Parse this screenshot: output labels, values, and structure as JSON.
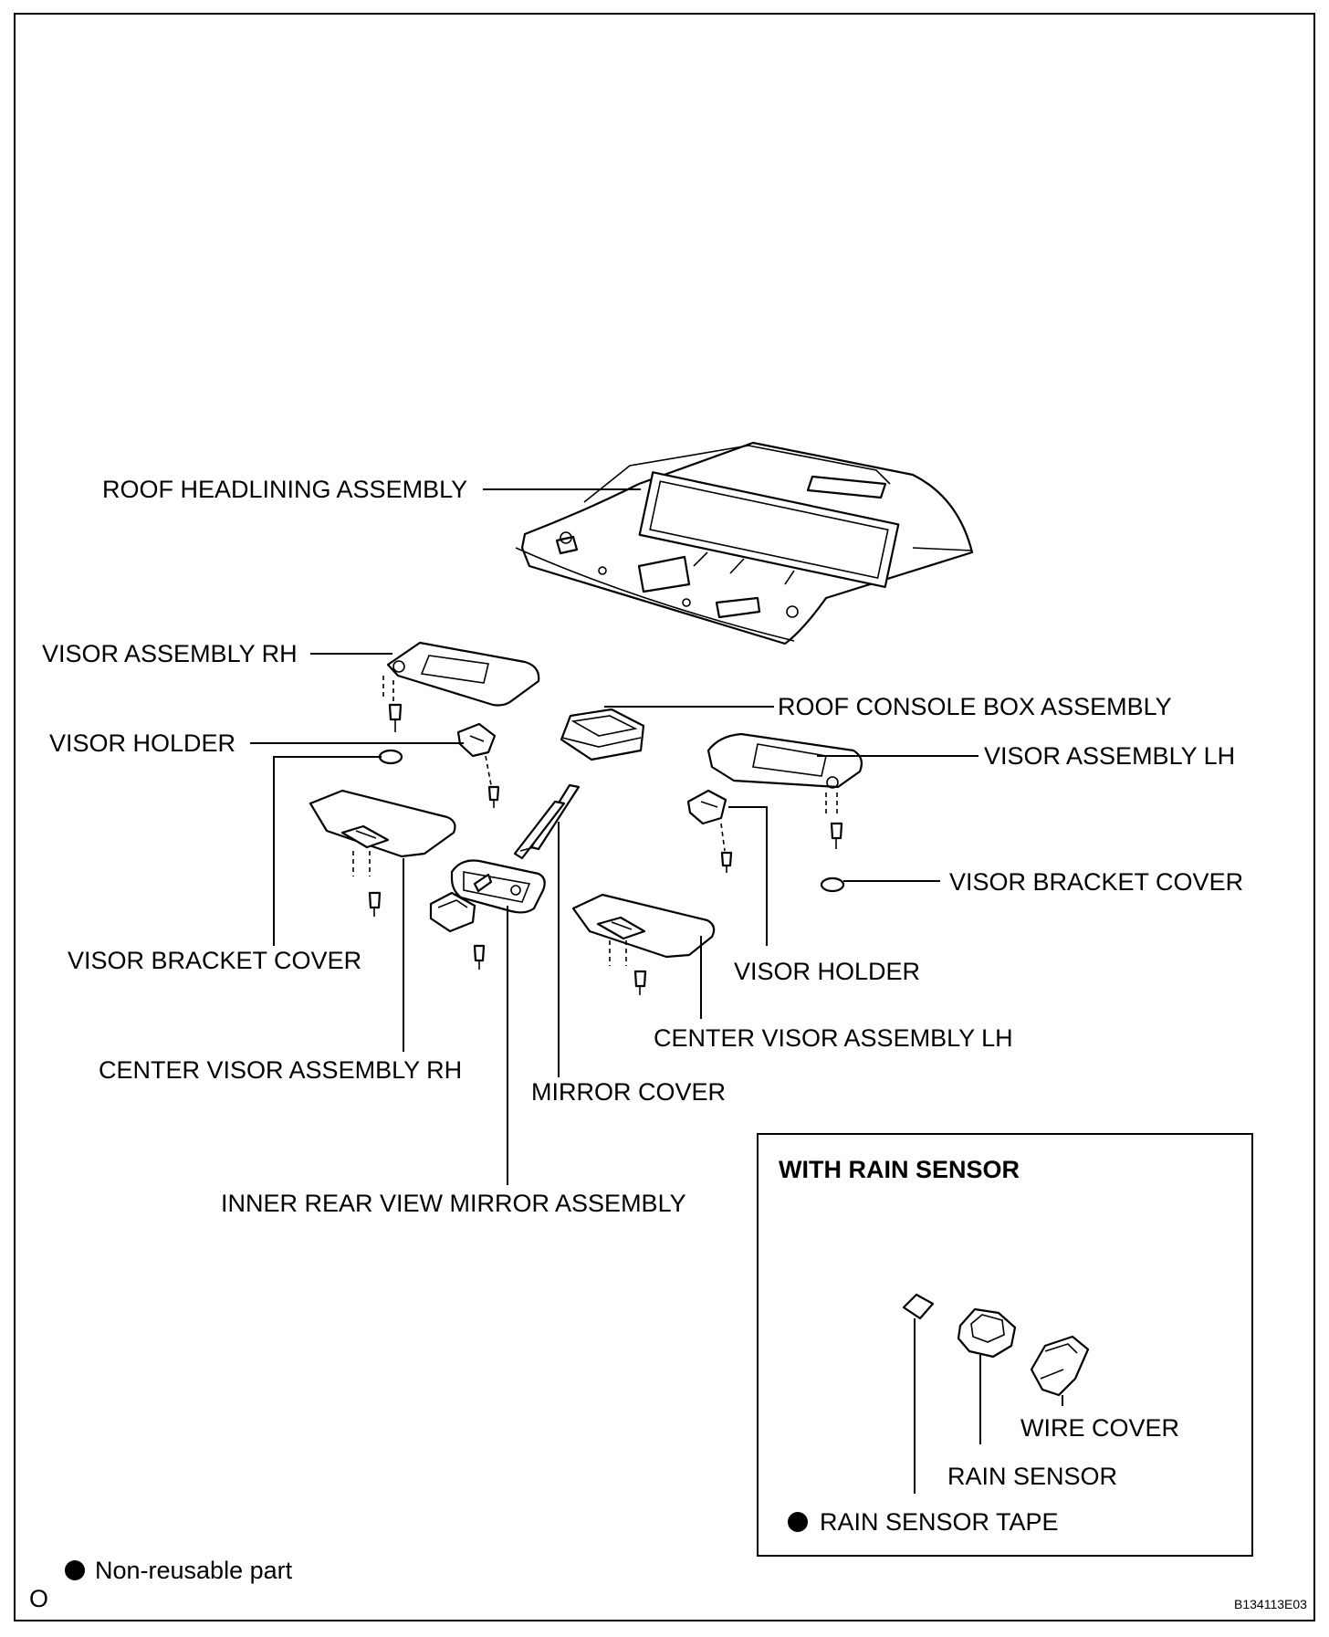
{
  "labels": {
    "roof_headlining": "ROOF HEADLINING ASSEMBLY",
    "visor_rh": "VISOR ASSEMBLY RH",
    "roof_console": "ROOF CONSOLE BOX ASSEMBLY",
    "visor_holder_rh": "VISOR HOLDER",
    "visor_lh": "VISOR ASSEMBLY LH",
    "visor_bracket_cover_lh": "VISOR BRACKET COVER",
    "visor_bracket_cover_rh": "VISOR BRACKET COVER",
    "visor_holder_lh": "VISOR HOLDER",
    "center_visor_lh": "CENTER VISOR ASSEMBLY LH",
    "center_visor_rh": "CENTER VISOR ASSEMBLY RH",
    "mirror_cover": "MIRROR COVER",
    "inner_mirror": "INNER REAR VIEW MIRROR ASSEMBLY"
  },
  "inset": {
    "title": "WITH RAIN SENSOR",
    "wire_cover": "WIRE COVER",
    "rain_sensor": "RAIN SENSOR",
    "rain_sensor_tape": "RAIN SENSOR TAPE"
  },
  "legend": {
    "non_reusable": "Non-reusable part"
  },
  "footer": {
    "corner_mark": "O",
    "figure_code": "B134113E03"
  }
}
